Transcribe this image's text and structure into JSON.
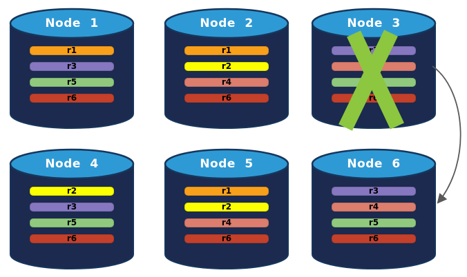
{
  "diagram": {
    "description": "Database cluster replica placement with failed node",
    "nodes": [
      {
        "title": "Node 1",
        "replicas": [
          "r1",
          "r3",
          "r5",
          "r6"
        ],
        "failed": false
      },
      {
        "title": "Node 2",
        "replicas": [
          "r1",
          "r2",
          "r4",
          "r6"
        ],
        "failed": false
      },
      {
        "title": "Node 3",
        "replicas": [
          "r3",
          "r4",
          "r5",
          "r6"
        ],
        "failed": true
      },
      {
        "title": "Node 4",
        "replicas": [
          "r2",
          "r3",
          "r5",
          "r6"
        ],
        "failed": false
      },
      {
        "title": "Node 5",
        "replicas": [
          "r1",
          "r2",
          "r4",
          "r6"
        ],
        "failed": false
      },
      {
        "title": "Node 6",
        "replicas": [
          "r3",
          "r4",
          "r5",
          "r6"
        ],
        "failed": false
      }
    ],
    "replica_colors": {
      "r1": "#F9A01B",
      "r2": "#FCFF00",
      "r3": "#8677C0",
      "r4": "#DC7D6D",
      "r5": "#90C97D",
      "r6": "#C4402B"
    },
    "colors": {
      "page_background": "#FFFFFF",
      "cylinder_body": "#1B2A4E",
      "cylinder_top": "#2E9AD5",
      "cylinder_outline": "#16365C",
      "title_text": "#FFFFFF",
      "replica_text": "#000000",
      "failure_x": "#8DC63F",
      "arrow": "#595959"
    },
    "failure_marker": {
      "node": "Node 3",
      "shape": "X"
    },
    "arrow": {
      "from": "Node 3",
      "to": "Node 6"
    }
  }
}
